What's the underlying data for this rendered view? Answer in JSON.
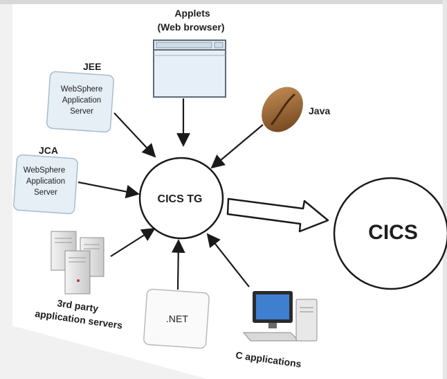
{
  "applets": {
    "title": "Applets",
    "subtitle": "(Web browser)"
  },
  "jee": {
    "label": "JEE",
    "box_lines": [
      "WebSphere",
      "Application",
      "Server"
    ]
  },
  "jca": {
    "label": "JCA",
    "box_lines": [
      "WebSphere",
      "Application",
      "Server"
    ]
  },
  "java": {
    "label": "Java"
  },
  "cics_tg": {
    "label": "CICS TG"
  },
  "cics": {
    "label": "CICS"
  },
  "third_party": {
    "lines": [
      "3rd party",
      "application servers"
    ]
  },
  "dotnet": {
    "label": ".NET"
  },
  "c_apps": {
    "label": "C applications"
  },
  "colors": {
    "box_fill": "#e6eff6",
    "box_stroke": "#a8bccb",
    "browser_fill": "#e6eef7",
    "bean": "#8a5a2b"
  }
}
